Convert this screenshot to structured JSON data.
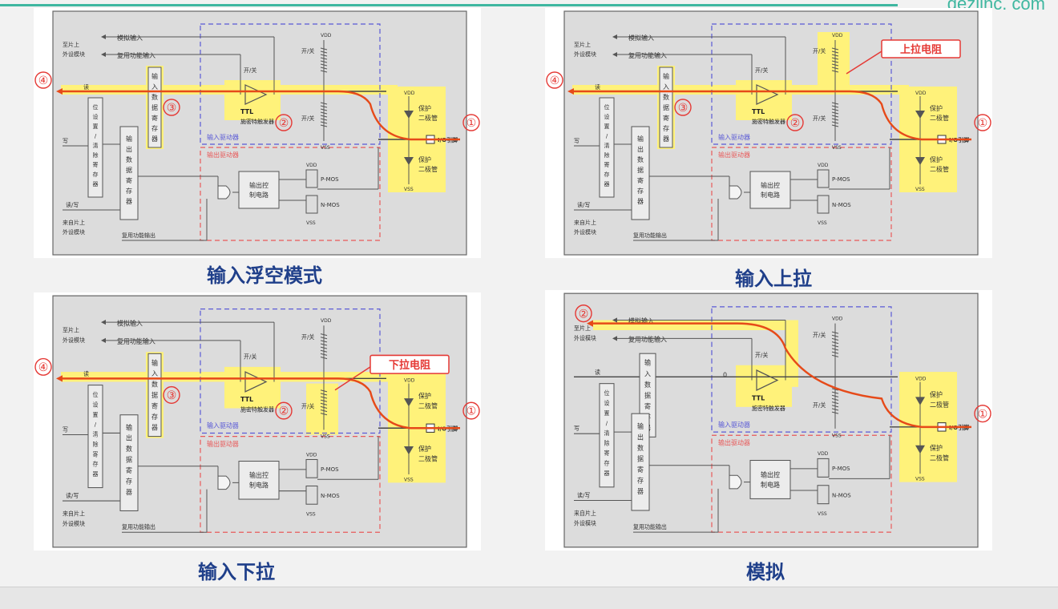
{
  "brand": "dezlinc. com",
  "labels": {
    "analog_in": "模拟输入",
    "onchip_periph": "至片上外设模块",
    "alt_in": "复用功能输入",
    "read": "读",
    "input_data_reg": "输入数据寄存器",
    "output_data_reg": "输出数据寄存器",
    "bitset_reset_reg": "位设置/清除寄存器",
    "write": "写",
    "read_write": "读/写",
    "from_periph": "来自片上外设模块",
    "alt_out": "复用功能输出",
    "on_off": "开/关",
    "ttl_schmitt": "TTL施密特触发器",
    "input_driver": "输入驱动器",
    "output_driver": "输出驱动器",
    "output_control": "输出控制电路",
    "pmos": "P-MOS",
    "nmos": "N-MOS",
    "protect_diode": "保护二极管",
    "io_pin": "I/O引脚",
    "vdd": "VDD",
    "vss": "VSS",
    "zero": "0"
  },
  "panels": [
    {
      "caption": "输入浮空模式",
      "callout": "",
      "markers": [
        "①",
        "②",
        "③",
        "④"
      ]
    },
    {
      "caption": "输入上拉",
      "callout": "上拉电阻",
      "markers": [
        "①",
        "②",
        "③",
        "④"
      ]
    },
    {
      "caption": "输入下拉",
      "callout": "下拉电阻",
      "markers": [
        "①",
        "②",
        "③",
        "④"
      ]
    },
    {
      "caption": "模拟",
      "callout": "",
      "markers": [
        "①",
        "②"
      ]
    }
  ],
  "colors": {
    "highlight": "#fff27a",
    "path": "#e64a19",
    "marker": "#e53935",
    "caption": "#1f3f8a",
    "input_box": "#5a5ad6",
    "output_box": "#e85a5a"
  }
}
